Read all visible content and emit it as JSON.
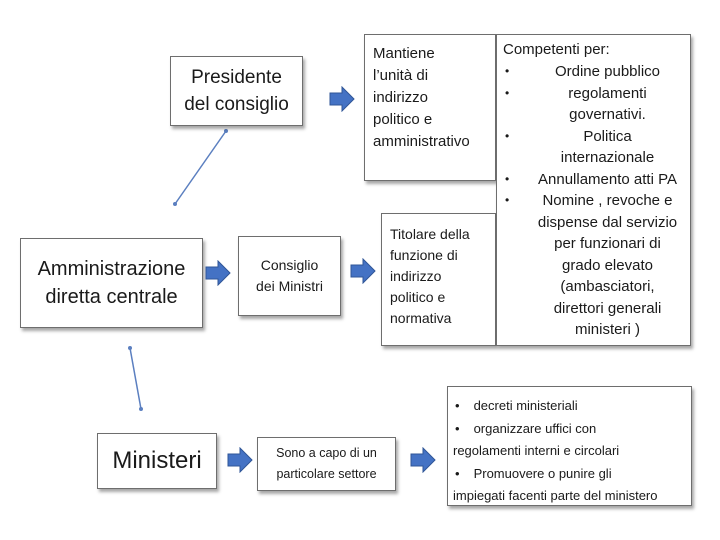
{
  "colors": {
    "arrow_fill": "#4472c4",
    "arrow_stroke": "#2f5597",
    "connector": "#5b7fc0",
    "border": "#6e6e6e"
  },
  "presidente": {
    "text": "Presidente\ndel consiglio"
  },
  "amministrazione": {
    "text": "Amministrazione\ndiretta centrale"
  },
  "ministeri": {
    "text": "Ministeri"
  },
  "consiglio": {
    "text": "Consiglio\ndei Ministri"
  },
  "sono_a_capo": {
    "text": "Sono a capo di un\nparticolare settore"
  },
  "mantiene": {
    "text": "Mantiene\nl’unità di\nindirizzo\npolitico e\namministrativo"
  },
  "titolare": {
    "text": "Titolare della\nfunzione di\nindirizzo\npolitico e\nnormativa"
  },
  "competenti": {
    "title": "Competenti per:",
    "items": [
      "Ordine pubblico",
      " regolamenti\ngovernativi.",
      "Politica\ninternazionale",
      "Annullamento atti PA",
      "Nomine , revoche e\ndispense dal servizio\nper funzionari di\ngrado elevato\n(ambasciatori,\ndirettori generali\nministeri )"
    ]
  },
  "ministri_tasks": {
    "line1": "decreti ministeriali",
    "line2": "organizzare uffici con",
    "line3": "regolamenti interni e circolari",
    "line4": "Promuovere o punire gli",
    "line5": "impiegati facenti parte del ministero"
  },
  "bullet_symbol": "•"
}
